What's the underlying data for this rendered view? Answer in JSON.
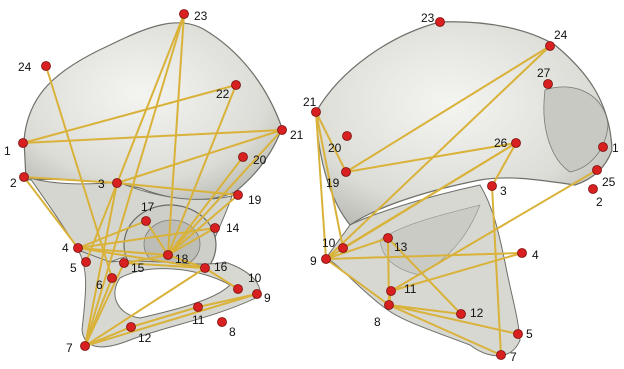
{
  "colors": {
    "landmark_fill": "#d92020",
    "landmark_stroke": "#7a0d0d",
    "line": "#d9b23a",
    "bone_fill": "#e4e4e0",
    "bone_shadow": "#a9a9a4",
    "bone_outline": "#6f6f6a"
  },
  "left_view": {
    "landmark_labels": [
      "1",
      "2",
      "3",
      "4",
      "5",
      "6",
      "7",
      "8",
      "9",
      "10",
      "11",
      "12",
      "14",
      "15",
      "16",
      "17",
      "18",
      "19",
      "20",
      "21",
      "22",
      "23",
      "24"
    ]
  },
  "right_view": {
    "landmark_labels": [
      "1",
      "2",
      "3",
      "4",
      "5",
      "7",
      "8",
      "9",
      "10",
      "11",
      "12",
      "13",
      "19",
      "20",
      "21",
      "23",
      "24",
      "25",
      "26",
      "27"
    ]
  }
}
